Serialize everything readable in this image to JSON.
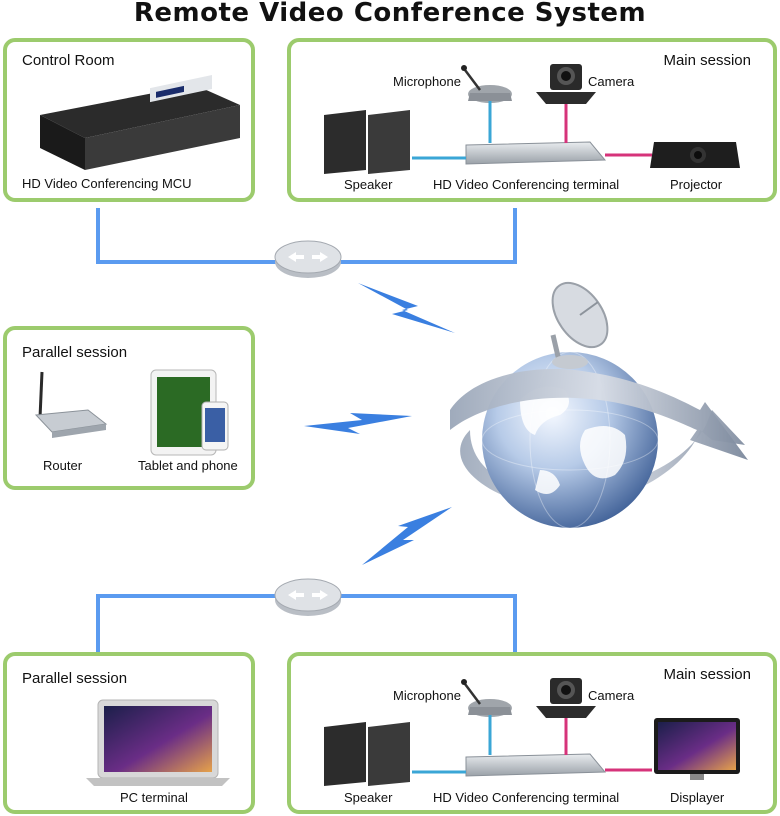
{
  "title": "Remote Video Conference System",
  "control_room": {
    "title": "Control Room",
    "mcu_label": "HD Video Conferencing  MCU"
  },
  "main_session_top": {
    "title": "Main session",
    "microphone": "Microphone",
    "camera": "Camera",
    "speaker": "Speaker",
    "terminal": "HD Video Conferencing  terminal",
    "projector": "Projector"
  },
  "parallel_session_mid": {
    "title": "Parallel session",
    "router": "Router",
    "tablet": "Tablet and phone"
  },
  "parallel_session_bottom": {
    "title": "Parallel session",
    "pc": "PC terminal"
  },
  "main_session_bottom": {
    "title": "Main session",
    "microphone": "Microphone",
    "camera": "Camera",
    "speaker": "Speaker",
    "terminal": "HD Video Conferencing  terminal",
    "display": "Displayer"
  },
  "colors": {
    "panel_border": "#9ccb6d",
    "network_line": "#5b9bf0",
    "audio_link": "#3aa6d6",
    "video_link": "#d6337a",
    "lightning": "#3a7fe0"
  }
}
